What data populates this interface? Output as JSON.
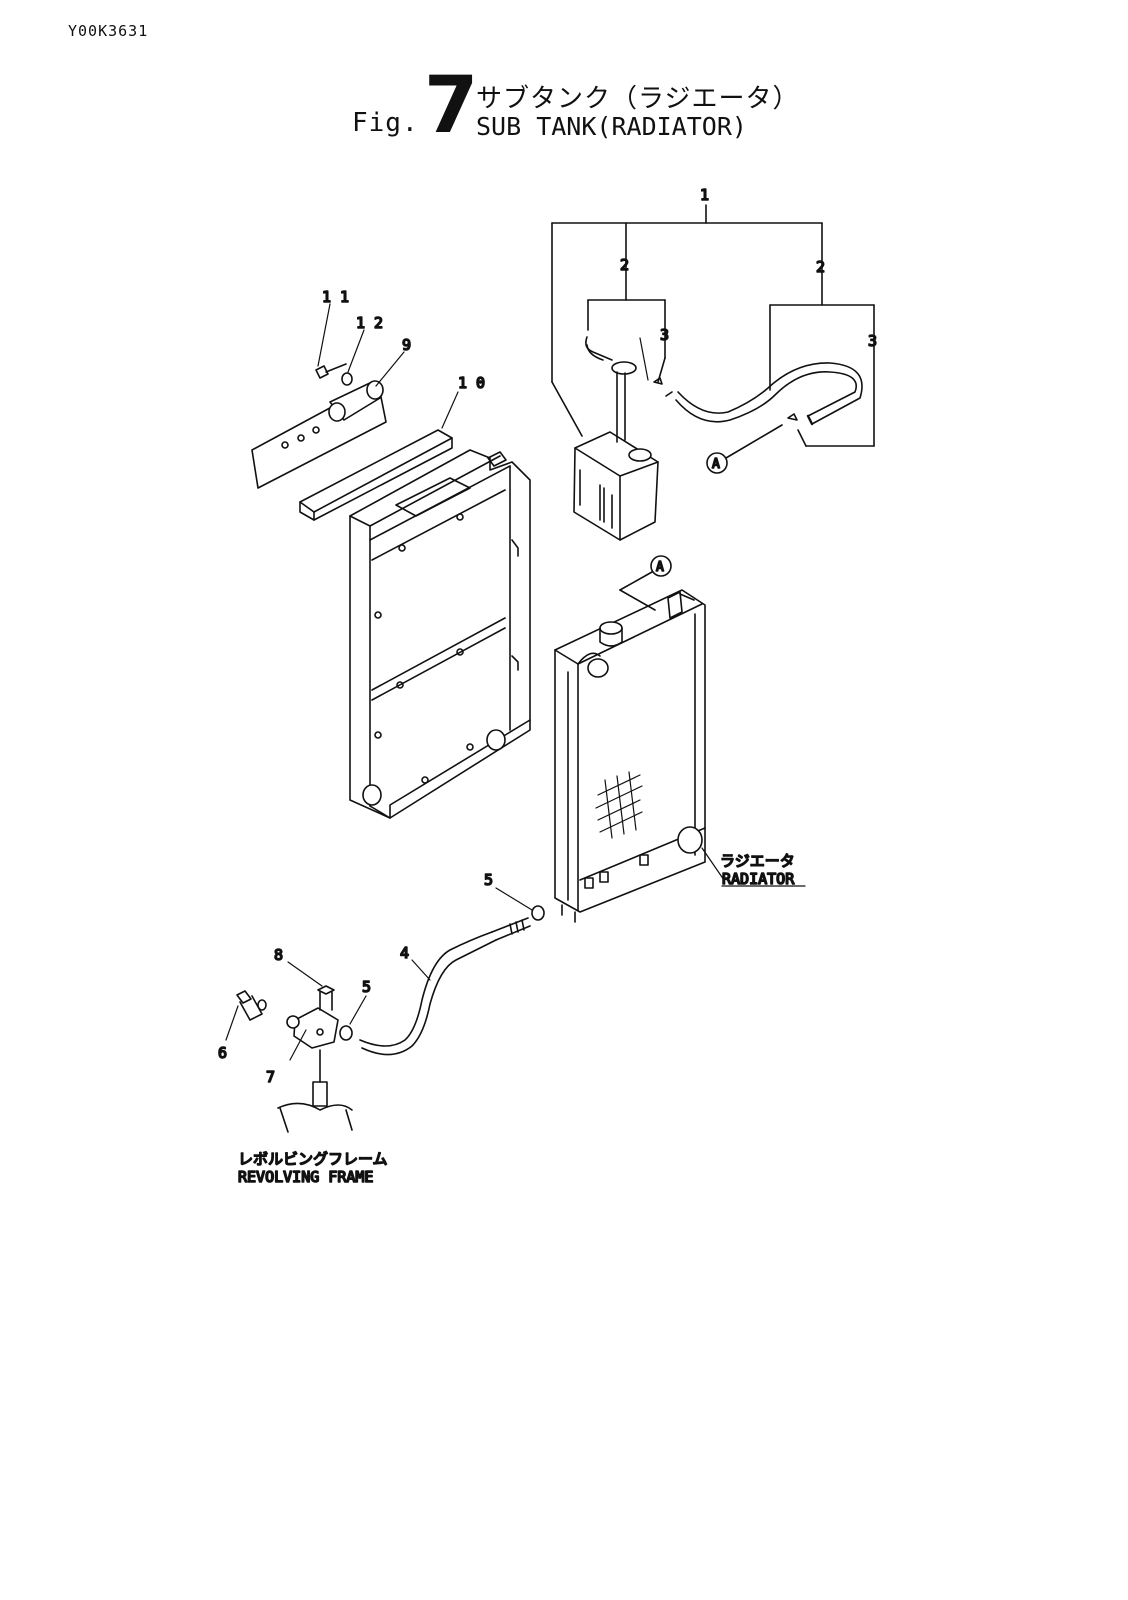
{
  "header": {
    "doc_id": "Y00K3631",
    "fig_prefix": "Fig.",
    "fig_number": "7",
    "title_jp": "サブタンク（ラジエータ）",
    "title_en": "SUB TANK(RADIATOR)"
  },
  "callouts": {
    "c1": "1",
    "c2a": "2",
    "c2b": "2",
    "c3a": "3",
    "c3b": "3",
    "c4": "4",
    "c5a": "5",
    "c5b": "5",
    "c6": "6",
    "c7": "7",
    "c8": "8",
    "c9": "9",
    "c10": "1 0",
    "c11": "1 1",
    "c12": "1 2",
    "refA1": "A",
    "refA2": "A"
  },
  "labels": {
    "radiator_jp": "ラジエータ",
    "radiator_en": "RADIATOR",
    "frame_jp": "レボルビングフレーム",
    "frame_en": "REVOLVING FRAME"
  }
}
